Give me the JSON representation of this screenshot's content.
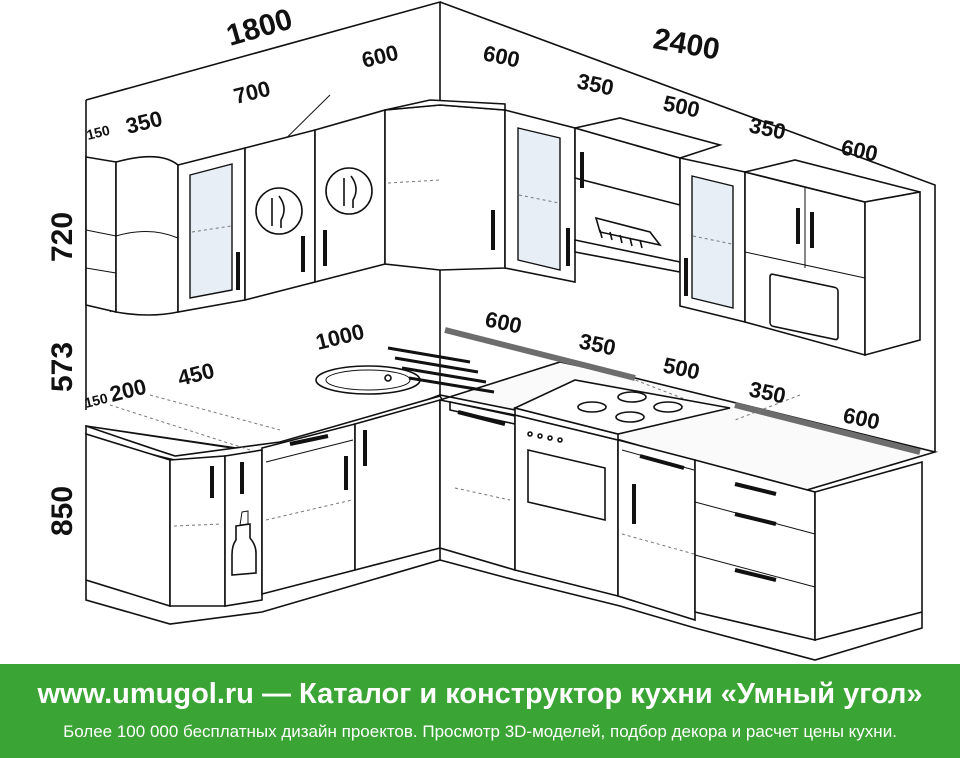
{
  "dimensions": {
    "wall_left_total": "1800",
    "wall_right_total": "2400",
    "upper_left_150": "150",
    "upper_left_350": "350",
    "upper_left_700": "700",
    "upper_corner_left_600": "600",
    "upper_corner_right_600": "600",
    "upper_right_350": "350",
    "upper_right_500": "500",
    "upper_right_350b": "350",
    "upper_right_600": "600",
    "height_upper": "720",
    "height_gap": "573",
    "height_base": "850",
    "lower_left_150": "150",
    "lower_left_200": "200",
    "lower_left_450": "450",
    "lower_left_1000": "1000",
    "lower_corner_600": "600",
    "lower_right_350": "350",
    "lower_right_500": "500",
    "lower_right_350b": "350",
    "lower_right_600": "600"
  },
  "footer": {
    "title": "www.umugol.ru — Каталог и конструктор кухни «Умный угол»",
    "subtitle": "Более 100 000 бесплатных дизайн проектов. Просмотр 3D-моделей, подбор декора и расчет цены кухни."
  },
  "colors": {
    "footer_bg": "#3aa434",
    "counter_edge": "#6d6d6d"
  }
}
